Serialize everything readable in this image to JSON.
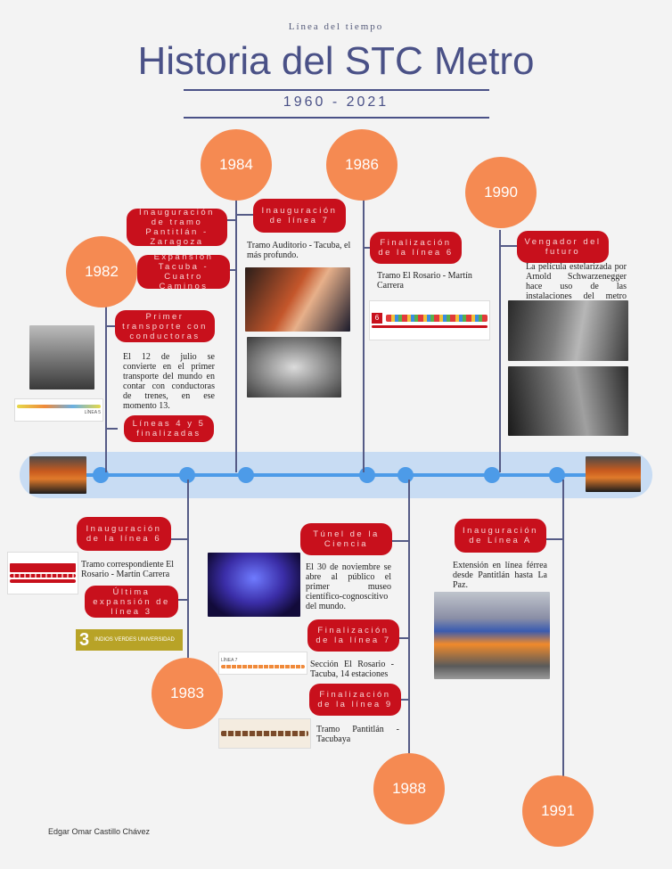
{
  "header": {
    "subtitle": "Línea del tiempo",
    "title": "Historia del STC Metro",
    "range": "1960 - 2021"
  },
  "years": {
    "y1982": "1982",
    "y1983": "1983",
    "y1984": "1984",
    "y1986": "1986",
    "y1988": "1988",
    "y1990": "1990",
    "y1991": "1991"
  },
  "events": {
    "inaug_pantitlan": "Inauguración de tramo Pantitlán - Zaragoza",
    "expansion_tacuba": "Expansión Tacuba - Cuatro Caminos",
    "primer_transporte": "Primer transporte con conductoras",
    "primer_transporte_desc": "El 12 de julio se convierte en el primer transporte del mundo en contar con conductoras de trenes, en ese momento 13.",
    "lineas_4_5": "Líneas 4 y 5 finalizadas",
    "inaug_linea7": "Inauguración de línea 7",
    "inaug_linea7_desc": "Tramo Auditorio - Tacuba, el más profundo.",
    "final_linea6": "Finalización de la línea 6",
    "final_linea6_desc": "Tramo El Rosario - Martín Carrera",
    "vengador": "Vengador del futuro",
    "vengador_desc": "La película estelarizada por Arnold Schwarzenegger hace uso de las instalaciones del metro Chabacano",
    "inaug_linea6": "Inauguración de la línea 6",
    "inaug_linea6_desc": "Tramo correspondiente El Rosario - Martín Carrera",
    "ultima_linea3": "Última expansión de línea 3",
    "tunel_ciencia": "Túnel de la Ciencia",
    "tunel_ciencia_desc": "El 30 de noviembre se abre al público el primer museo científico-cognoscitivo del mundo.",
    "final_linea7": "Finalización de la línea 7",
    "final_linea7_desc": "Sección El Rosario - Tacuba, 14 estaciones",
    "final_linea9": "Finalización de la línea 9",
    "final_linea9_desc": "Tramo Pantitlán - Tacubaya",
    "inaug_lineaA": "Inauguración de Línea A",
    "inaug_lineaA_desc": "Extensión en línea férrea desde Pantitlán hasta La Paz."
  },
  "labels": {
    "linea3_number": "3",
    "linea3_text": "INDIOS VERDES UNIVERSIDAD",
    "linea5_tag": "LÍNEA 5",
    "linea7_tag": "LÍNEA 7",
    "linea6_num": "6"
  },
  "footer": {
    "author": "Edgar Omar Castillo Chávez"
  },
  "colors": {
    "accent_orange": "#f58a52",
    "pill_red": "#c8101c",
    "timeline_blue": "#4d9be8",
    "title_navy": "#4a5187"
  }
}
